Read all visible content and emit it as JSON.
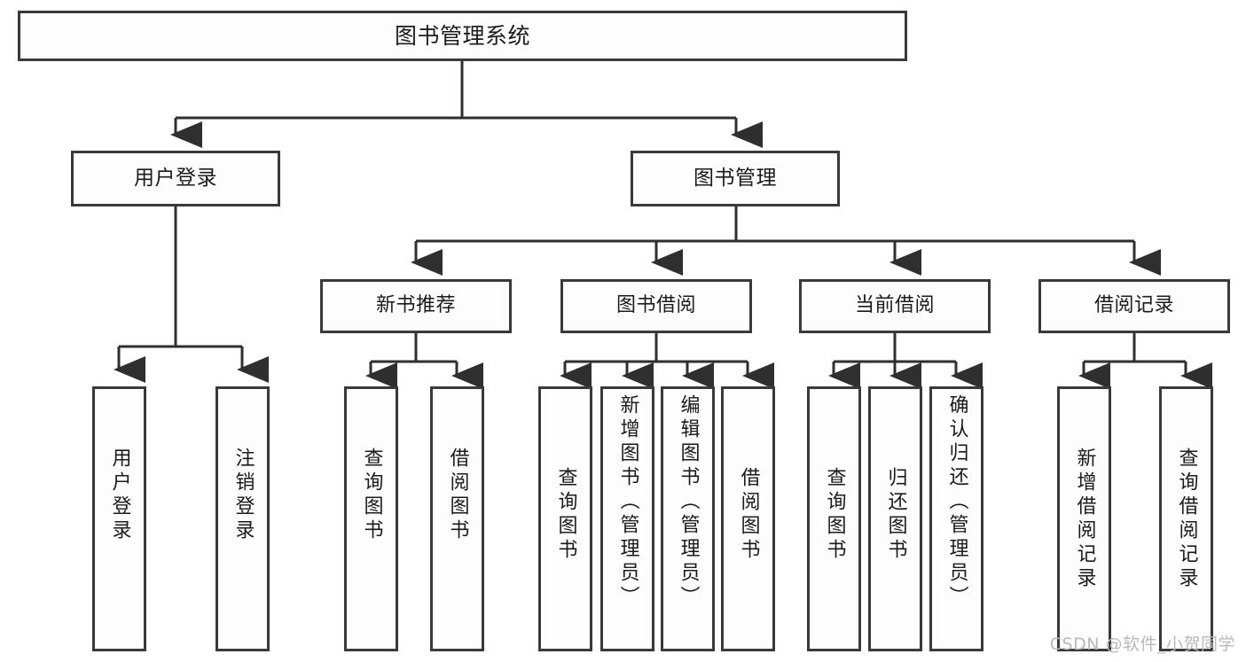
{
  "diagram": {
    "title": "图书管理系统",
    "type": "功能结构图",
    "root": {
      "label": "图书管理系统"
    },
    "level2": [
      {
        "label": "用户登录"
      },
      {
        "label": "图书管理"
      }
    ],
    "level3": [
      {
        "label": "新书推荐"
      },
      {
        "label": "图书借阅"
      },
      {
        "label": "当前借阅"
      },
      {
        "label": "借阅记录"
      }
    ],
    "leaves": [
      {
        "label": "用户登录",
        "parent": "用户登录"
      },
      {
        "label": "注销登录",
        "parent": "用户登录"
      },
      {
        "label": "查询图书",
        "parent": "新书推荐"
      },
      {
        "label": "借阅图书",
        "parent": "新书推荐"
      },
      {
        "label": "查询图书",
        "parent": "图书借阅"
      },
      {
        "label": "新增图书（管理员）",
        "parent": "图书借阅"
      },
      {
        "label": "编辑图书（管理员）",
        "parent": "图书借阅"
      },
      {
        "label": "借阅图书",
        "parent": "图书借阅"
      },
      {
        "label": "查询图书",
        "parent": "当前借阅"
      },
      {
        "label": "归还图书",
        "parent": "当前借阅"
      },
      {
        "label": "确认归还（管理员）",
        "parent": "当前借阅"
      },
      {
        "label": "新增借阅记录",
        "parent": "借阅记录"
      },
      {
        "label": "查询借阅记录",
        "parent": "借阅记录"
      }
    ]
  },
  "watermark": {
    "text": "CSDN @软件_小贺同学"
  },
  "colors": {
    "box_border": "#3a3a3a",
    "box_fill": "#fdfdfd",
    "connector": "#2f2f2f",
    "text": "#1b1b1b",
    "watermark": "#b9b9b9"
  }
}
